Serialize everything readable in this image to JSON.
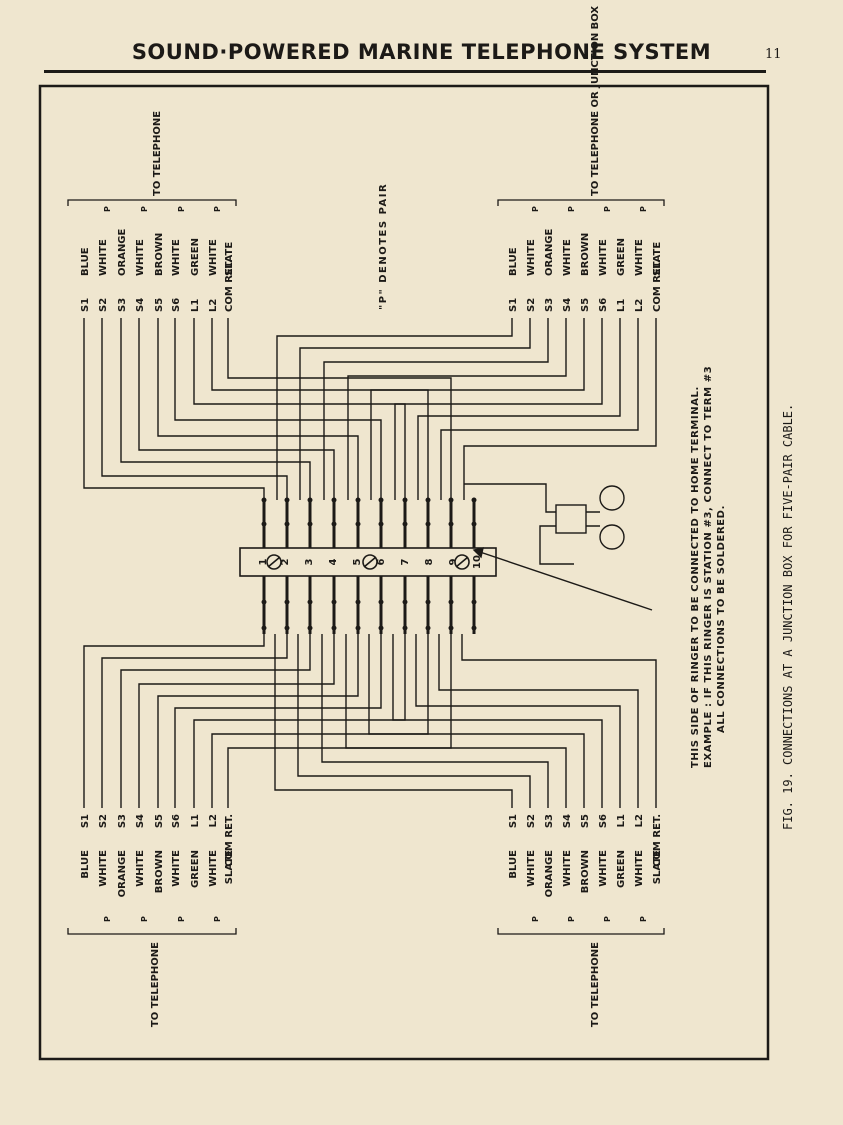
{
  "header": {
    "title": "SOUND·POWERED MARINE TELEPHONE SYSTEM",
    "page_number": "11"
  },
  "legend": {
    "pair_note": "\"P\" DENOTES PAIR",
    "pair_marker": "P"
  },
  "terminal_codes": [
    "S1",
    "S2",
    "S3",
    "S4",
    "S5",
    "S6",
    "L1",
    "L2",
    "COM RET."
  ],
  "wire_colors": [
    "BLUE",
    "WHITE",
    "ORANGE",
    "WHITE",
    "BROWN",
    "WHITE",
    "GREEN",
    "WHITE",
    "SLATE"
  ],
  "cable_groups": {
    "top_left": {
      "caption": "TO TELEPHONE"
    },
    "top_right": {
      "caption": "TO TELEPHONE OR JUNCTION BOX"
    },
    "bottom_left": {
      "caption": "TO TELEPHONE"
    },
    "bottom_right": {
      "caption": "TO TELEPHONE"
    }
  },
  "terminal_board": {
    "numbers": [
      "1",
      "2",
      "3",
      "4",
      "5",
      "6",
      "7",
      "8",
      "9",
      "10"
    ]
  },
  "ringer_note": {
    "line1": "THIS SIDE OF RINGER TO BE CONNECTED TO HOME TERMINAL.",
    "line2": "EXAMPLE : IF THIS RINGER IS STATION #3, CONNECT TO TERM #3",
    "line3": "ALL CONNECTIONS TO BE SOLDERED."
  },
  "figure_caption": "FIG. 19.  CONNECTIONS AT A JUNCTION BOX FOR FIVE-PAIR CABLE."
}
